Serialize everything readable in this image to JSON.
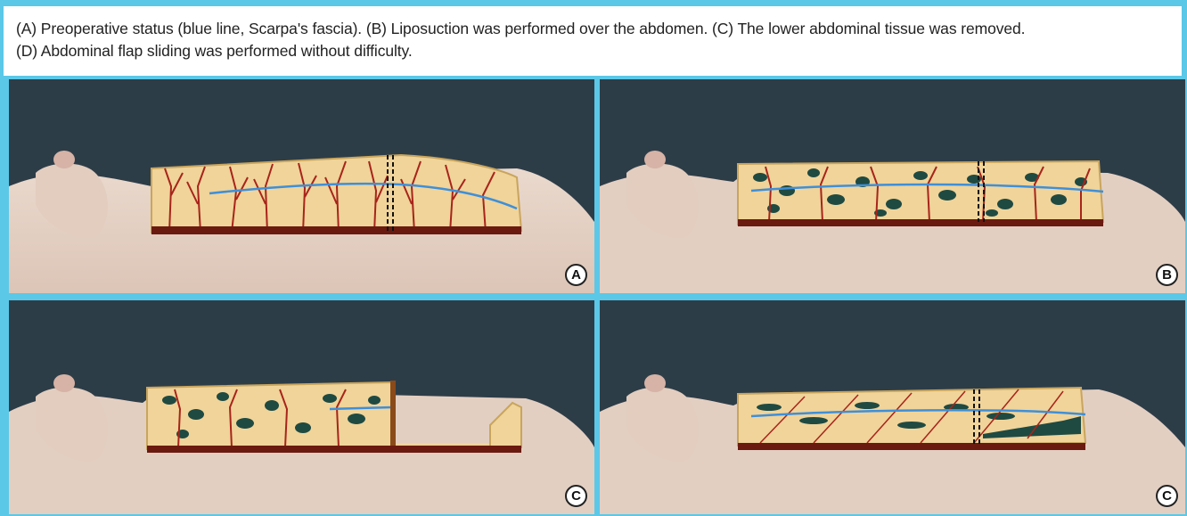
{
  "caption": {
    "line1": "(A) Preoperative status (blue line, Scarpa's fascia). (B) Liposuction was performed over the abdomen. (C) The lower abdominal tissue was removed.",
    "line2": "(D) Abdominal flap sliding was performed without difficulty."
  },
  "panels": [
    {
      "label": "A",
      "stage": "preoperative"
    },
    {
      "label": "B",
      "stage": "liposuction"
    },
    {
      "label": "C",
      "stage": "tissue-removed"
    },
    {
      "label": "C",
      "stage": "flap-sliding"
    }
  ],
  "colors": {
    "frame": "#5bc8e8",
    "background": "#2d3d48",
    "skin": "#e6d2c6",
    "fat": "#f0d49a",
    "vessel": "#a8241a",
    "fascia_line": "#3f8fd8",
    "muscle": "#6b1a10",
    "cannula_tunnel": "#1f4a42"
  }
}
